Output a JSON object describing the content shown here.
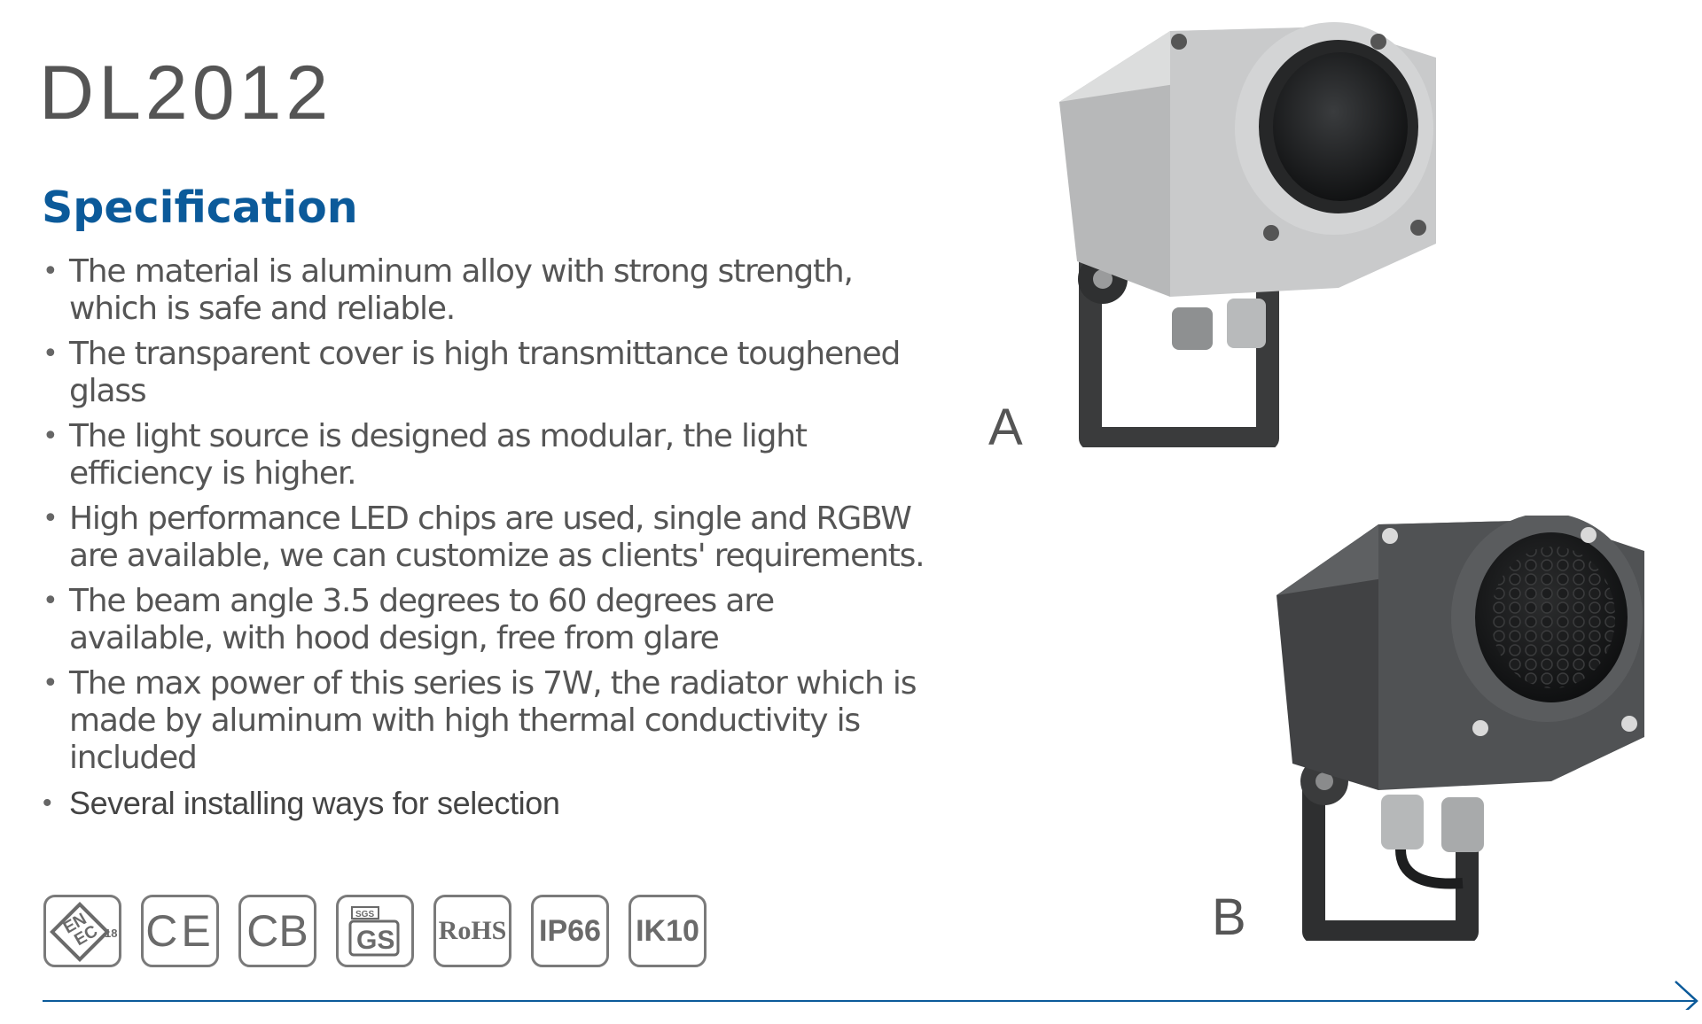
{
  "model": "DL2012",
  "heading": "Specification",
  "features": [
    "The material is aluminum alloy with strong strength, which is safe and reliable.",
    "The transparent cover is high transmittance toughened glass",
    "The light source is designed as modular, the light efficiency is higher.",
    "High performance LED chips are used, single and RGBW are available, we can customize as clients' requirements.",
    "The beam angle 3.5 degrees to 60 degrees are available, with hood design, free from glare",
    "The max power of this series is 7W, the radiator which is made by aluminum with high thermal conductivity is included",
    "Several installing ways for selection"
  ],
  "certifications": [
    "ENEC 18",
    "CE",
    "CB",
    "SGS GS",
    "RoHS",
    "IP66",
    "IK10"
  ],
  "cert_text": {
    "enec_num": "18",
    "ce": "CE",
    "cb": "CB",
    "sgs": "SGS",
    "gs": "GS",
    "rohs": "RoHS",
    "ip66": "IP66",
    "ik10": "IK10"
  },
  "variants": {
    "a": "A",
    "b": "B"
  },
  "icons": {
    "bullet": "•",
    "next": "arrow-right-icon"
  },
  "colors": {
    "heading": "#0b5a9a",
    "text": "#555555",
    "rule": "#0b5a9a",
    "housing_a": "#c9cacb",
    "housing_b": "#505254"
  }
}
